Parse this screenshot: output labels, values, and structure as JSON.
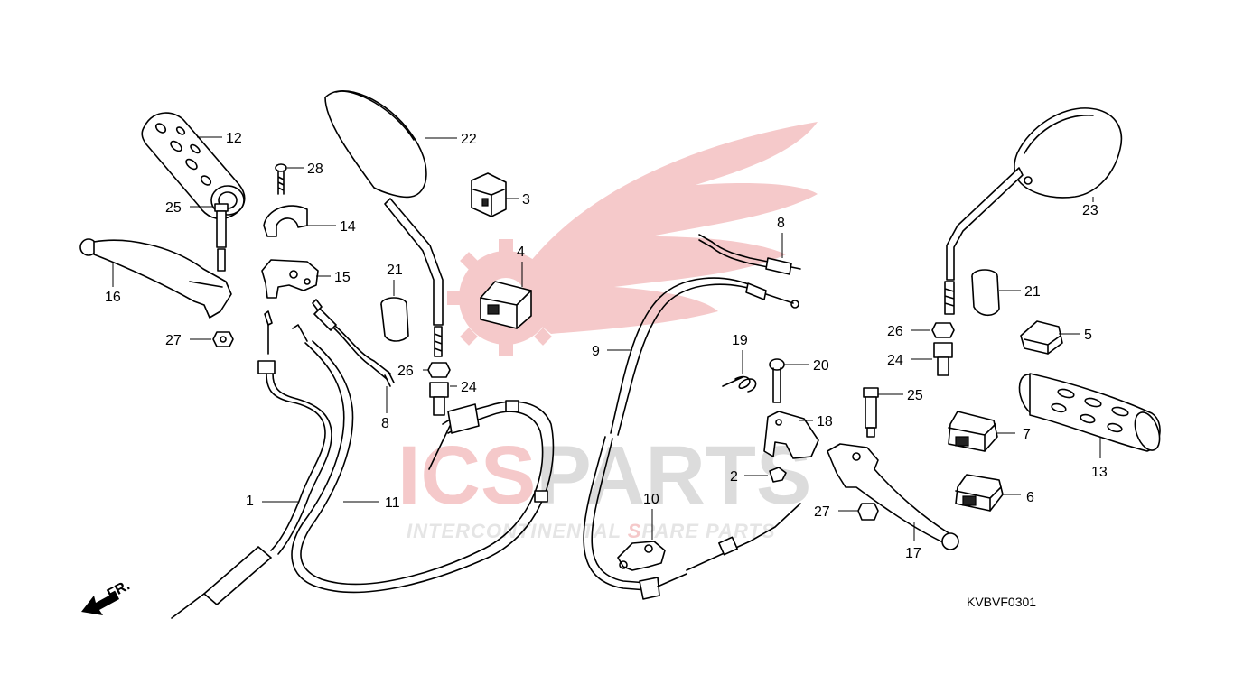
{
  "diagram": {
    "code": "KVBVF0301",
    "direction_label": "FR.",
    "watermark": {
      "brand_parts": [
        "ICS",
        "PARTS"
      ],
      "tagline_parts": [
        "INTERCO",
        "NTINENTAL ",
        "S",
        "PARE ",
        "PARTS"
      ],
      "brand_color": "#e8252a",
      "gray_color": "#d0d0d0"
    },
    "callouts": {
      "c1": "1",
      "c2": "2",
      "c3": "3",
      "c4": "4",
      "c5": "5",
      "c6": "6",
      "c7": "7",
      "c8a": "8",
      "c8b": "8",
      "c9": "9",
      "c10": "10",
      "c11": "11",
      "c12": "12",
      "c13": "13",
      "c14": "14",
      "c15": "15",
      "c16": "16",
      "c17": "17",
      "c18": "18",
      "c19": "19",
      "c20": "20",
      "c21a": "21",
      "c21b": "21",
      "c22": "22",
      "c23": "23",
      "c24a": "24",
      "c24b": "24",
      "c25a": "25",
      "c25b": "25",
      "c26a": "26",
      "c26b": "26",
      "c27a": "27",
      "c27b": "27",
      "c28": "28"
    }
  }
}
